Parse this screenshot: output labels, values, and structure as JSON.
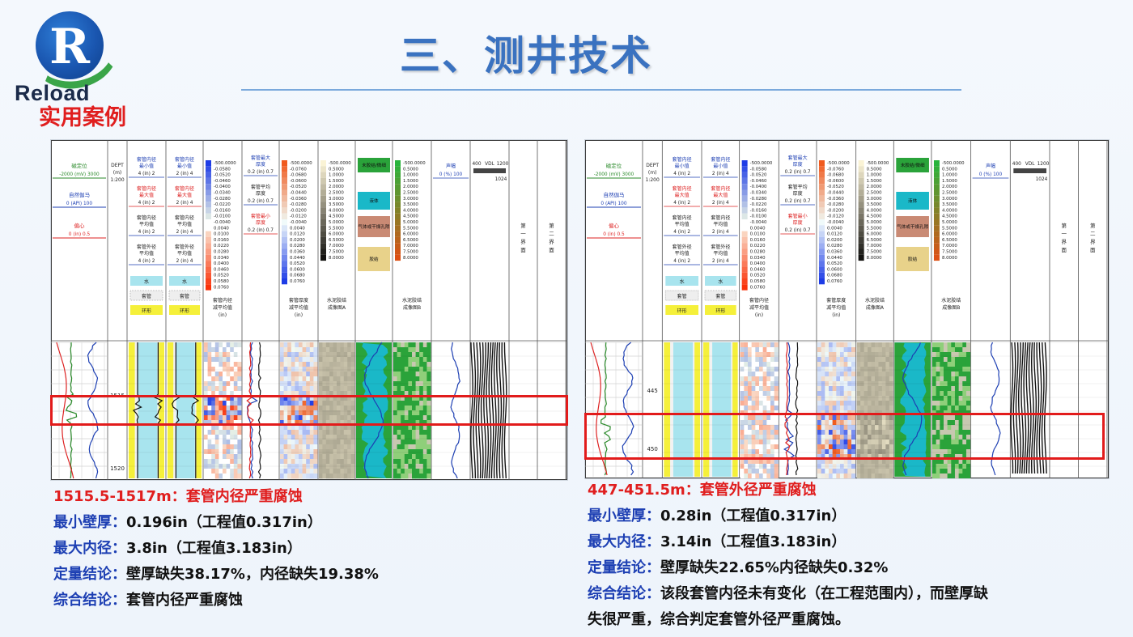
{
  "logo": {
    "letter": "R",
    "word": "Reload",
    "subtitle": "实用案例"
  },
  "title": "三、测井技术",
  "left_case": {
    "heading": "1515.5-1517m：套管内径严重腐蚀",
    "lines": [
      {
        "key": "最小壁厚：",
        "value": "0.196in（工程值0.317in）"
      },
      {
        "key": "最大内径：",
        "value": "3.8in（工程值3.183in）"
      },
      {
        "key": "定量结论：",
        "value": "壁厚缺失38.17%，内径缺失19.38%"
      },
      {
        "key": "综合结论：",
        "value": "套管内径严重腐蚀"
      }
    ],
    "depth_labels": [
      "1515",
      "1520"
    ]
  },
  "right_case": {
    "heading": "447-451.5m：套管外径严重腐蚀",
    "lines": [
      {
        "key": "最小壁厚：",
        "value": "0.28in（工程值0.317in）"
      },
      {
        "key": "最大内径：",
        "value": "3.14in（工程值3.183in）"
      },
      {
        "key": "定量结论：",
        "value": "壁厚缺失22.65%内径缺失0.32%"
      },
      {
        "key": "综合结论：",
        "value": "该段套管内径未有变化（在工程范围内），而壁厚缺"
      }
    ],
    "continuation": "失很严重，综合判定套管外径严重腐蚀。",
    "depth_labels": [
      "445",
      "450"
    ]
  },
  "log_header": {
    "track1": [
      "磁定位",
      "-2000  (mV)  3000",
      "自然伽马",
      "0     (API)     100",
      "偏心",
      "0      (in)      0.5"
    ],
    "dept": [
      "DEPT",
      "(m)",
      "1:200"
    ],
    "radius_a": [
      "套管内径",
      "最小值",
      "4   (in)   2",
      "套管内径",
      "最大值",
      "4   (in)   2",
      "套管内径",
      "平均值",
      "4   (in)   2",
      "套管外径",
      "平均值",
      "4   (in)   2"
    ],
    "radius_b": [
      "套管内径",
      "最小值",
      "2   (in)   4",
      "套管内径",
      "最大值",
      "2   (in)   4",
      "套管内径",
      "平均值",
      "2   (in)   4",
      "套管外径",
      "平均值",
      "2   (in)   4"
    ],
    "legend_water": "水",
    "legend_casing": "套管",
    "legend_ring": "环形",
    "scale_a": [
      "-500.0000",
      "-0.0580",
      "-0.0520",
      "-0.0460",
      "-0.0400",
      "-0.0340",
      "-0.0280",
      "-0.0220",
      "-0.0160",
      "-0.0100",
      "-0.0040",
      "0.0040",
      "0.0100",
      "0.0160",
      "0.0220",
      "0.0280",
      "0.0340",
      "0.0400",
      "0.0460",
      "0.0520",
      "0.0580",
      "0.0760"
    ],
    "scale_a_label": [
      "套管内径",
      "减平均值",
      "(in)"
    ],
    "thick": [
      "套管最大",
      "厚度",
      "0.2  (in)  0.7",
      "套管平均",
      "厚度",
      "0.2  (in)  0.7",
      "套管最小",
      "厚度",
      "0.2  (in)  0.7"
    ],
    "scale_b": [
      "-500.0000",
      "-0.0760",
      "-0.0680",
      "-0.0600",
      "-0.0520",
      "-0.0440",
      "-0.0360",
      "-0.0280",
      "-0.0200",
      "-0.0120",
      "-0.0040",
      "0.0040",
      "0.0120",
      "0.0200",
      "0.0280",
      "0.0360",
      "0.0440",
      "0.0520",
      "0.0600",
      "0.0680",
      "0.0760"
    ],
    "scale_b_label": [
      "套管厚度",
      "减平均值",
      "(in)"
    ],
    "scale_c": [
      "-500.0000",
      "0.5000",
      "1.0000",
      "1.5000",
      "2.0000",
      "2.5000",
      "3.0000",
      "3.5000",
      "4.0000",
      "4.5000",
      "5.0000",
      "5.5000",
      "6.0000",
      "6.5000",
      "7.0000",
      "7.5000",
      "8.0000"
    ],
    "cement_a": [
      "水泥胶结",
      "成像图A"
    ],
    "cement_b": [
      "水泥胶结",
      "成像图B"
    ],
    "bond_legend": [
      "未胶结/微细",
      "液体",
      "气体或干燥孔隙",
      "胶结"
    ],
    "acoustic": [
      "声幅",
      "0   (%)   100"
    ],
    "vdl": [
      "400",
      "VDL",
      "1200",
      "1024"
    ],
    "interface1": [
      "第",
      "一",
      "界",
      "面"
    ],
    "interface2": [
      "第",
      "二",
      "界",
      "面"
    ]
  },
  "colors": {
    "highlight": "#e21b1b",
    "title": "#3a72c0",
    "key_text": "#1d3fb3",
    "red_text": "#e01e1e"
  }
}
